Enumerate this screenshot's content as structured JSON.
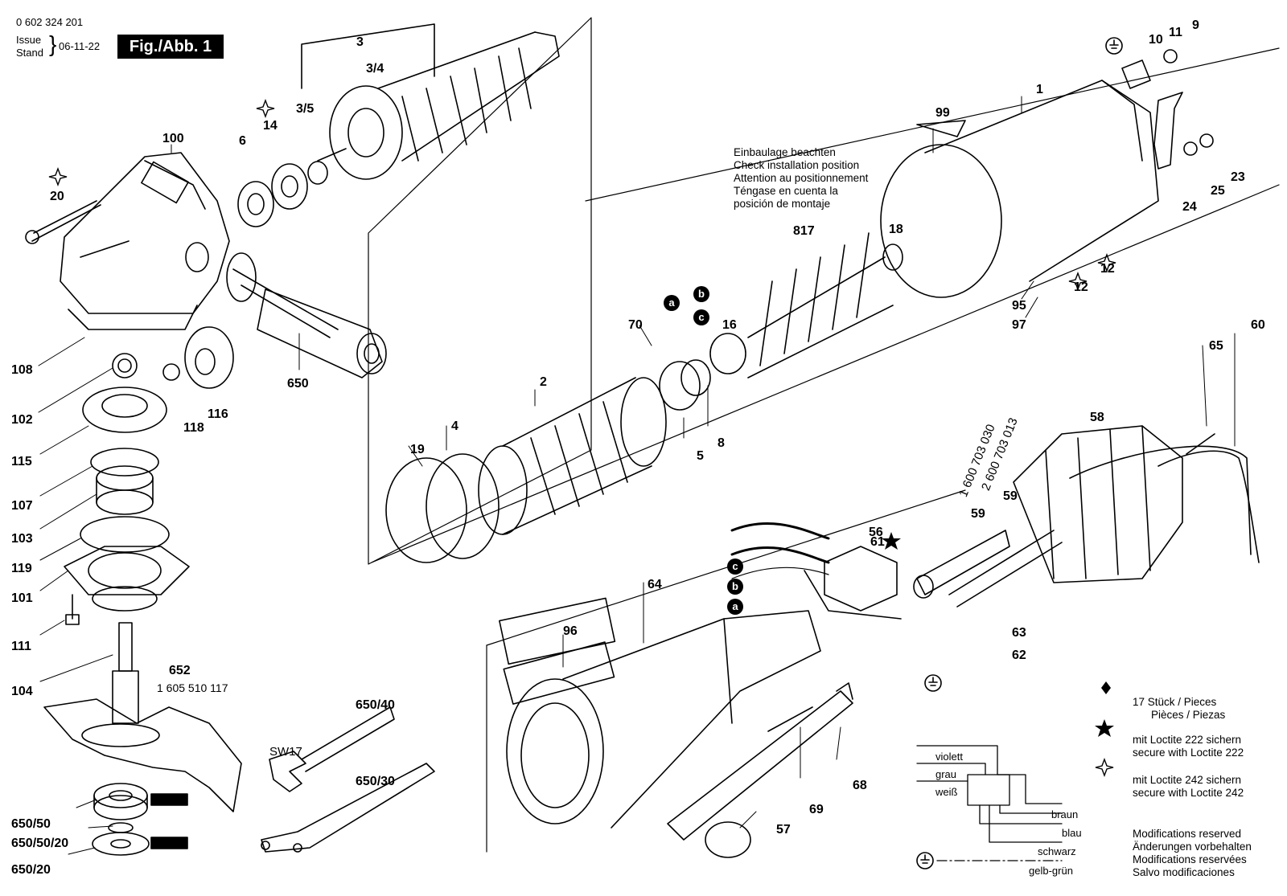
{
  "header": {
    "part_number": "0 602 324 201",
    "issue_label": "Issue",
    "stand_label": "Stand",
    "date": "06-11-22",
    "figure": "Fig./Abb. 1"
  },
  "install_note": {
    "lines": [
      "Einbaulage beachten",
      "Check installation position",
      "Attention au positionnement",
      "Téngase en cuenta la",
      "posición de montaje"
    ]
  },
  "part_labels": {
    "p3": "3",
    "p3_4": "3/4",
    "p3_5": "3/5",
    "p14": "14",
    "p6": "6",
    "p100": "100",
    "p20": "20",
    "p108": "108",
    "p102": "102",
    "p115": "115",
    "p107": "107",
    "p103": "103",
    "p119": "119",
    "p101": "101",
    "p111": "111",
    "p104": "104",
    "p652": "652",
    "p652_num": "1 605 510 117",
    "p650": "650",
    "p116": "116",
    "p118": "118",
    "p650_50": "650/50",
    "p650_50_20": "650/50/20",
    "p650_20": "650/20",
    "p650_40": "650/40",
    "p650_30": "650/30",
    "sw17": "SW17",
    "p1": "1",
    "p99": "99",
    "p9": "9",
    "p10": "10",
    "p11": "11",
    "p23": "23",
    "p24": "24",
    "p25": "25",
    "p12a": "12",
    "p12b": "12",
    "p95": "95",
    "p97": "97",
    "p817": "817",
    "p18": "18",
    "p16": "16",
    "p70": "70",
    "p2": "2",
    "p4": "4",
    "p5": "5",
    "p8": "8",
    "p19": "19",
    "p65": "65",
    "p60": "60",
    "p58": "58",
    "p59a": "59",
    "p59b": "59",
    "p61": "61",
    "p56": "56",
    "p63": "63",
    "p62": "62",
    "p64": "64",
    "p96": "96",
    "p57": "57",
    "p68": "68",
    "p69": "69",
    "num_a": "1 600 703 030",
    "num_b": "2 600 703 013"
  },
  "wire_markers": {
    "a": "a",
    "b": "b",
    "c": "c"
  },
  "legend": {
    "pieces": "17 Stück / Pieces",
    "pieces2": "Pièces / Piezas",
    "loctite222": "mit Loctite 222 sichern",
    "loctite222_en": "secure with Loctite 222",
    "loctite242": "mit Loctite 242 sichern",
    "loctite242_en": "secure with Loctite 242",
    "mod1": "Modifications reserved",
    "mod2": "Änderungen vorbehalten",
    "mod3": "Modifications reservées",
    "mod4": "Salvo modificaciones"
  },
  "wiring": {
    "left": [
      "violett",
      "grau",
      "weiß"
    ],
    "right": [
      "braun",
      "blau",
      "schwarz",
      "gelb-grün"
    ]
  }
}
